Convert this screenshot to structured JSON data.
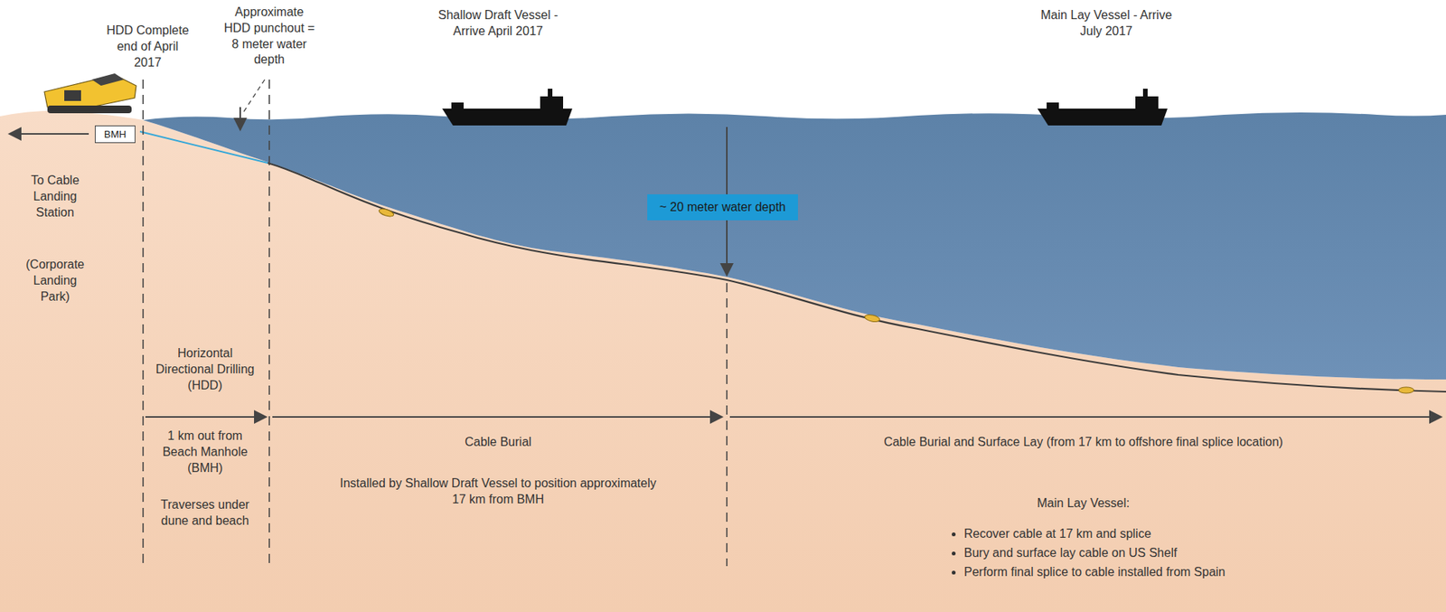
{
  "diagram": {
    "nodes": [
      {
        "text": [
          "BMH"
        ]
      },
      {
        "text": [
          "~ 20 meter water depth"
        ]
      }
    ],
    "labels": [
      "HDD Complete end of April 2017",
      "Approximate HDD punchout = 8 meter water depth",
      "Shallow Draft Vessel - Arrive April 2017",
      "Main Lay Vessel - Arrive July 2017",
      "To Cable Landing Station",
      "(Corporate Landing Park)",
      "Horizontal Directional Drilling (HDD)",
      "1 km out from Beach Manhole (BMH)",
      "Traverses under dune and beach",
      "Cable Burial",
      "Installed by Shallow Draft Vessel to position approximately 17 km from BMH",
      "Cable Burial and Surface Lay (from 17 km to offshore final splice location)",
      "Main Lay Vessel:",
      "Recover cable at 17 km and splice",
      "Bury and surface lay cable on US Shelf",
      "Perform final splice to cable installed from Spain"
    ]
  }
}
